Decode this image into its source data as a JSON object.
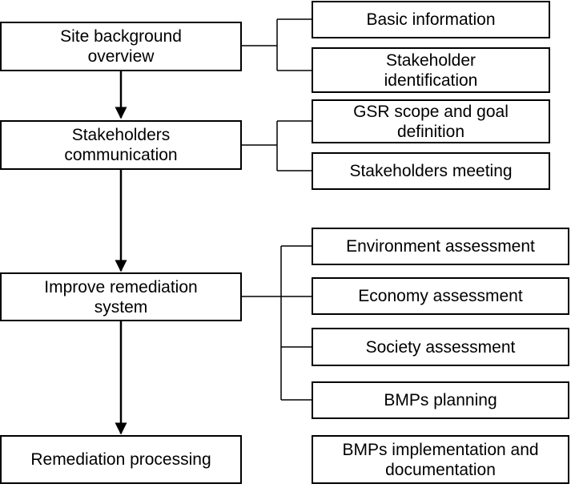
{
  "main_steps": [
    {
      "id": "site-background",
      "label": "Site background\noverview"
    },
    {
      "id": "stakeholders-communication",
      "label": "Stakeholders\ncommunication"
    },
    {
      "id": "improve-remediation",
      "label": "Improve remediation\nsystem"
    },
    {
      "id": "remediation-processing",
      "label": "Remediation processing"
    }
  ],
  "sub_steps": [
    {
      "id": "basic-information",
      "label": "Basic information"
    },
    {
      "id": "stakeholder-identification",
      "label": "Stakeholder\nidentification"
    },
    {
      "id": "gsr-scope",
      "label": "GSR scope and goal\ndefinition"
    },
    {
      "id": "stakeholders-meeting",
      "label": "Stakeholders meeting"
    },
    {
      "id": "environment-assessment",
      "label": "Environment assessment"
    },
    {
      "id": "economy-assessment",
      "label": "Economy assessment"
    },
    {
      "id": "society-assessment",
      "label": "Society assessment"
    },
    {
      "id": "bmps-planning",
      "label": "BMPs planning"
    },
    {
      "id": "bmps-implementation",
      "label": "BMPs implementation and\ndocumentation"
    }
  ]
}
